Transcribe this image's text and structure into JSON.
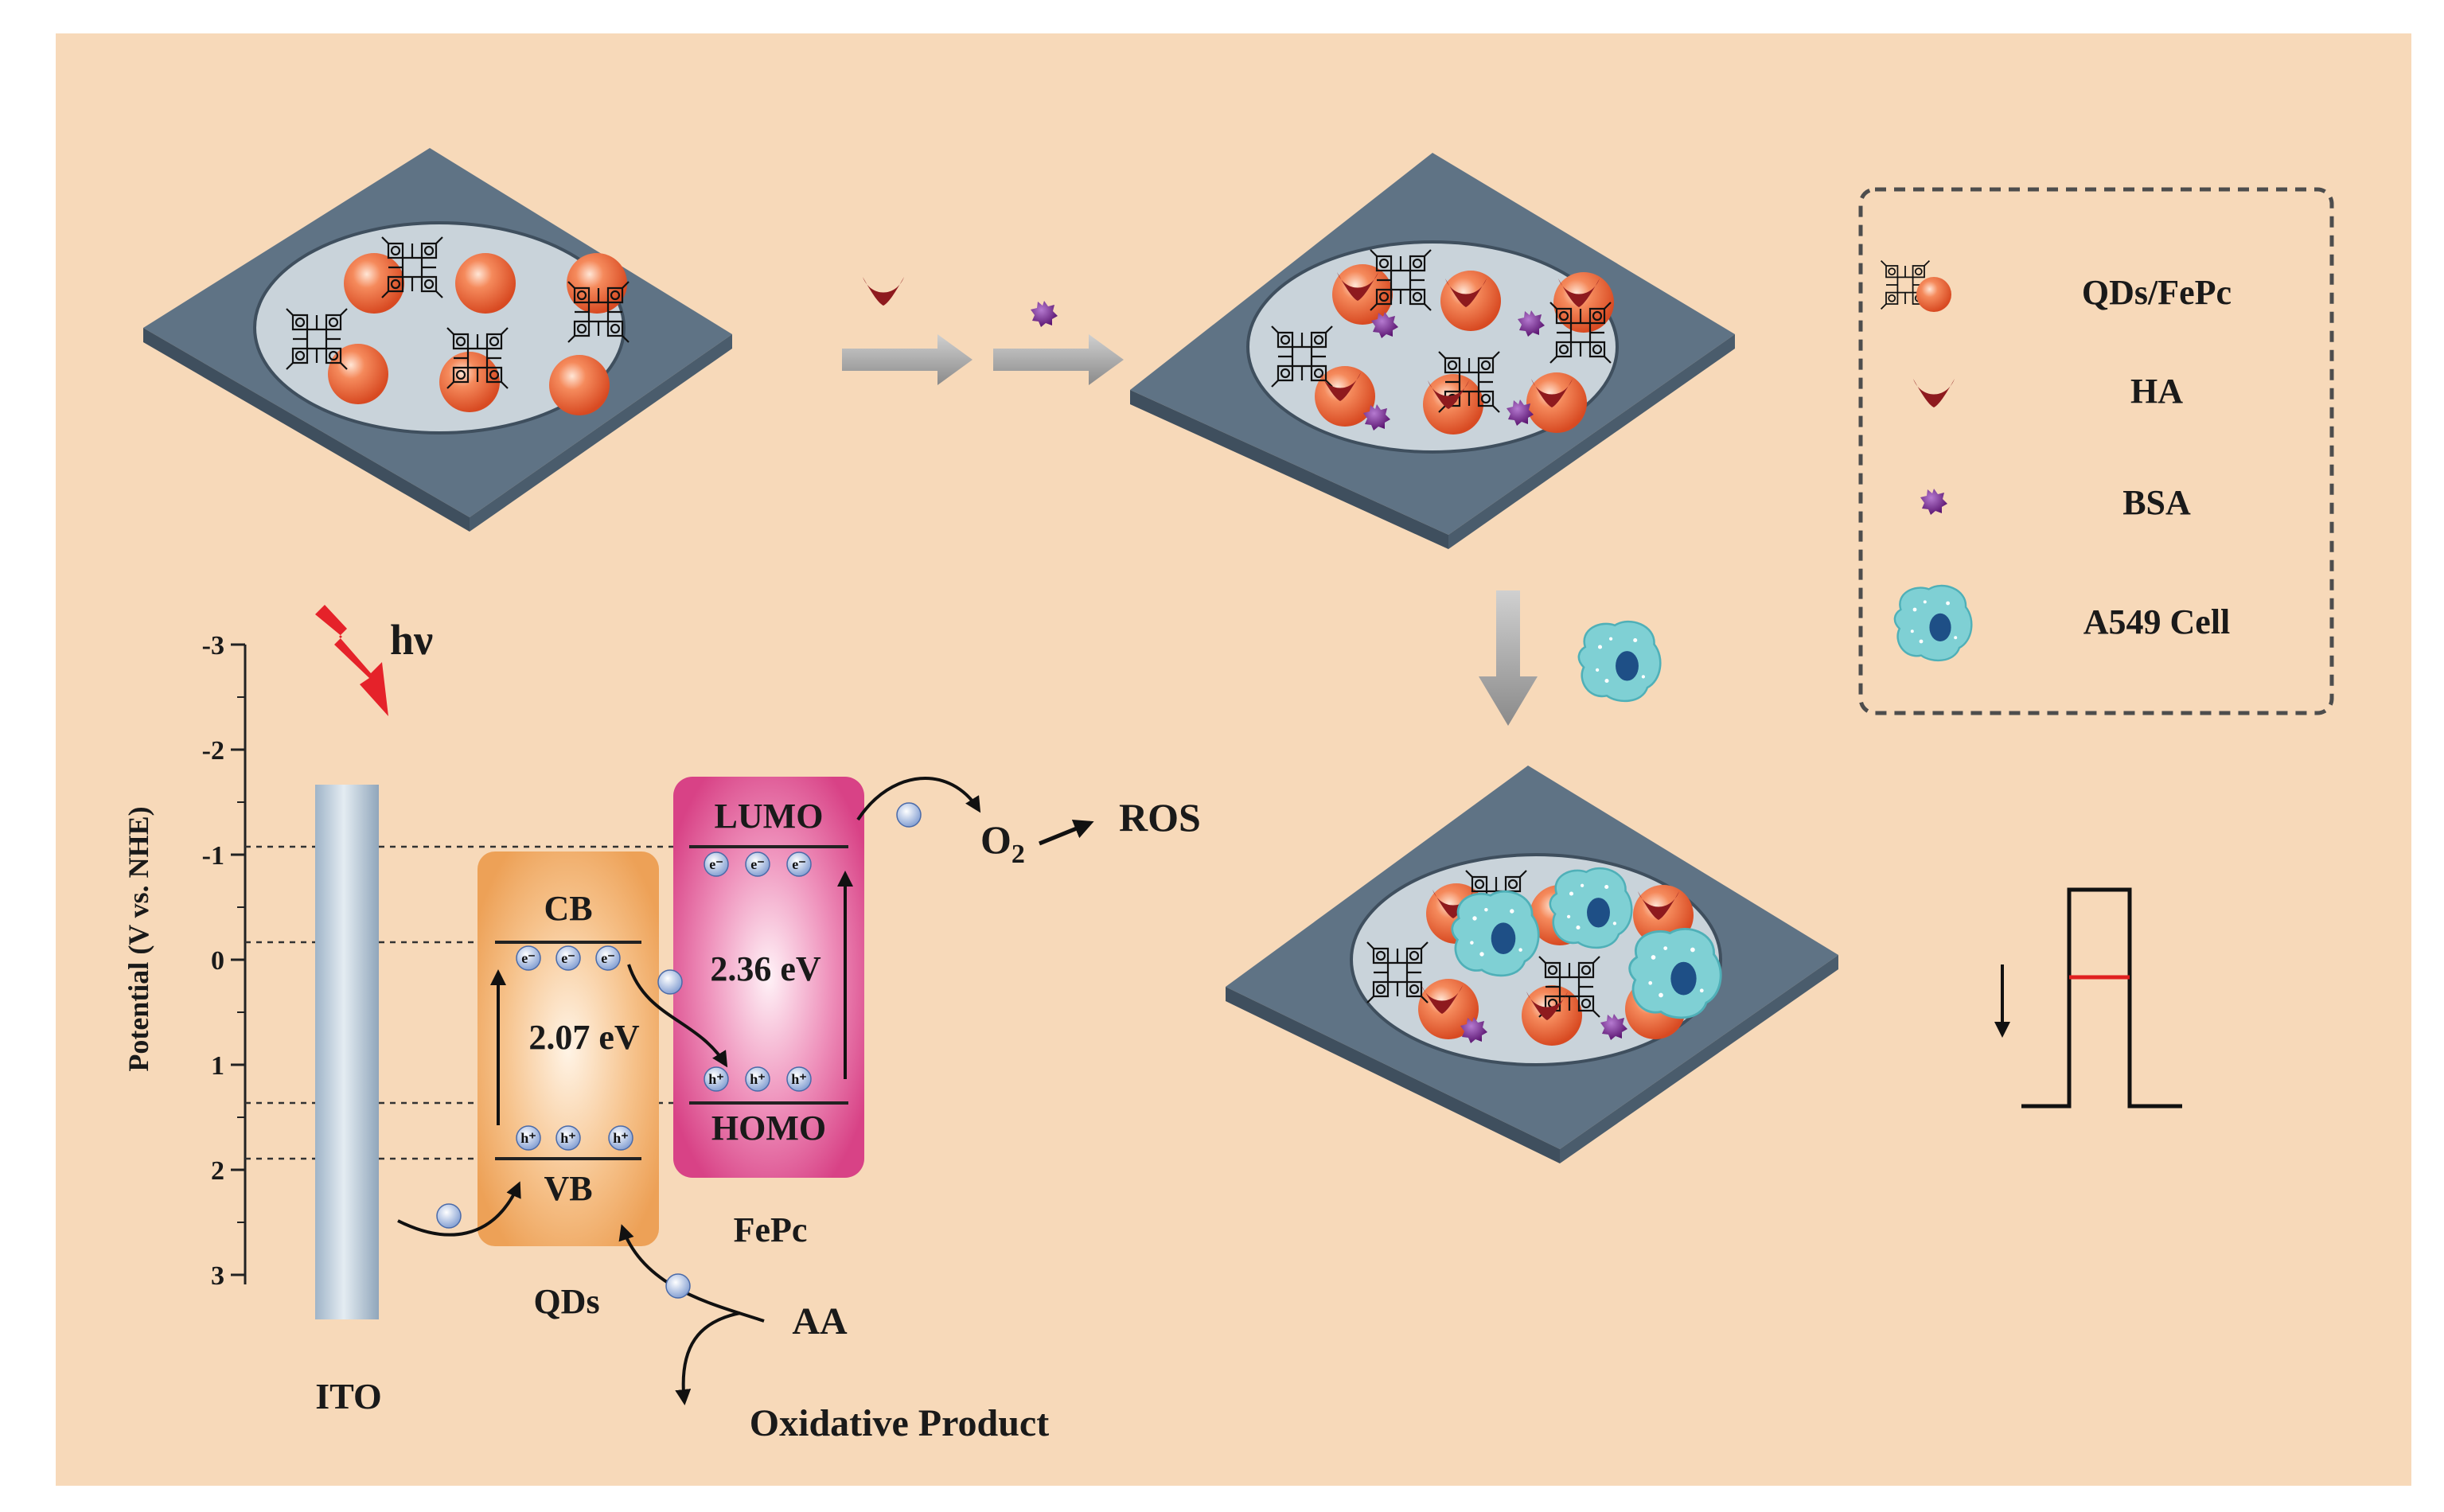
{
  "axis": {
    "title": "Potential (V vs. NHE)",
    "ticks": [
      "-3",
      "-2",
      "-1",
      "0",
      "1",
      "2",
      "3"
    ]
  },
  "light": {
    "label": "hν"
  },
  "electrode": {
    "label": "ITO"
  },
  "qds": {
    "label": "QDs",
    "cb": "CB",
    "vb": "VB",
    "gap": "2.07 eV",
    "color": "#f0a558"
  },
  "fepc": {
    "label": "FePc",
    "lumo": "LUMO",
    "homo": "HOMO",
    "gap": "2.36 eV",
    "color": "#d8458a"
  },
  "carriers": {
    "electron": "e⁻",
    "hole": "h⁺"
  },
  "reaction": {
    "oxygen": "O",
    "oxygen_sub": "2",
    "ros": "ROS",
    "donor": "AA",
    "product": "Oxidative Product"
  },
  "legend": {
    "items": [
      {
        "label": "QDs/FePc",
        "icon": "qd-fepc-icon"
      },
      {
        "label": "HA",
        "icon": "ha-icon"
      },
      {
        "label": "BSA",
        "icon": "bsa-icon"
      },
      {
        "label": "A549 Cell",
        "icon": "a549-cell-icon"
      }
    ]
  },
  "colors": {
    "background": "#f7d9b9",
    "plate": "#5f7385",
    "well": "#c9d3da",
    "qd": "#ee6a3e",
    "ha": "#8e1a1e",
    "bsa": "#6a1f86",
    "cell": "#7fd0d4",
    "pulse_level": "#e02020"
  }
}
